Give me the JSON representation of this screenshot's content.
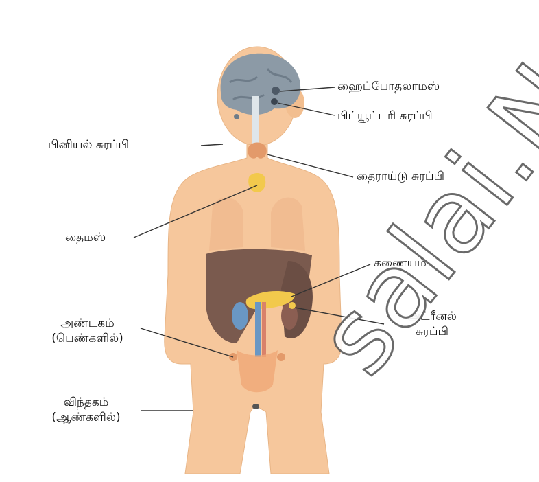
{
  "labels": {
    "hypothalamus": "ஹைப்போதலாமஸ்",
    "pituitary": "பிட்யூட்டரி சுரப்பி",
    "pineal": "பினியல் சுரப்பி",
    "thyroid": "தைராய்டு சுரப்பி",
    "thymus": "தைமஸ்",
    "pancreas": "கணையம்",
    "adrenal_line1": "அட்ரீனல்",
    "adrenal_line2": "சுரப்பி",
    "ovary_line1": "அண்டகம்",
    "ovary_line2": "(பெண்களில்)",
    "testes_line1": "விந்தகம்",
    "testes_line2": "(ஆண்களில்)"
  },
  "watermark": "salai.N",
  "colors": {
    "skin": "#f6c79c",
    "brain": "#8c9aa6",
    "liver": "#7a5a4e",
    "gland": "#f2c94c",
    "line": "#333333"
  }
}
